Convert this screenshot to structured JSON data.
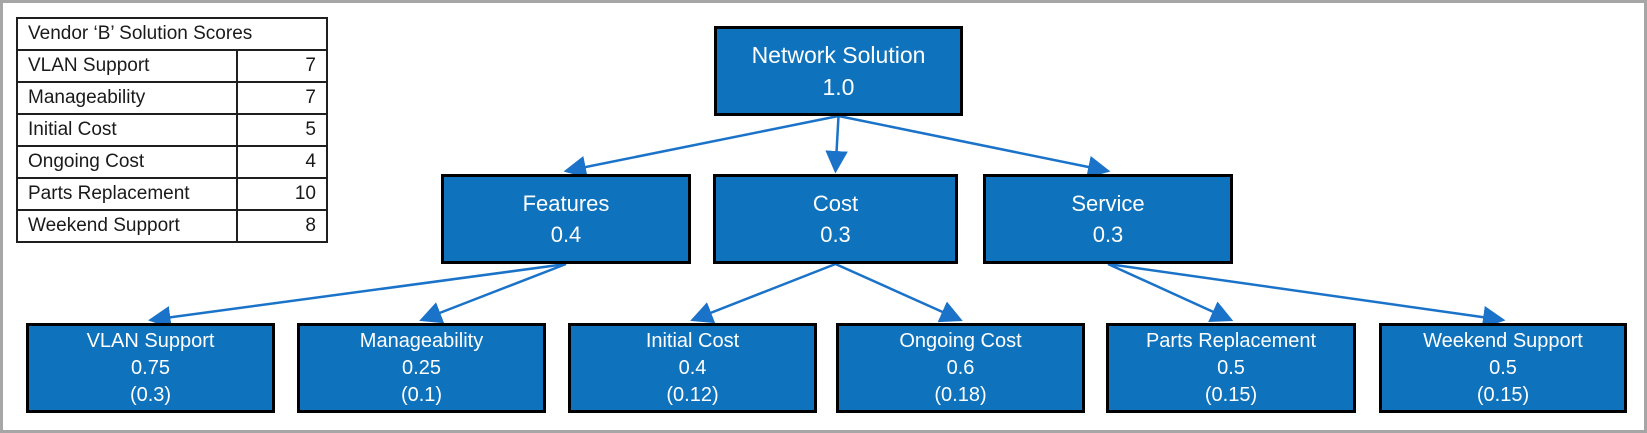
{
  "colors": {
    "node_fill": "#0E72BC",
    "node_border": "#000000",
    "arrow": "#1A73C8",
    "frame_border": "#A6A6A6",
    "table_border": "#1F1F1F",
    "table_text": "#1A1A1A"
  },
  "score_table": {
    "title": "Vendor ‘B’ Solution Scores",
    "rows": [
      {
        "label": "VLAN Support",
        "score": "7"
      },
      {
        "label": "Manageability",
        "score": "7"
      },
      {
        "label": "Initial Cost",
        "score": "5"
      },
      {
        "label": "Ongoing Cost",
        "score": "4"
      },
      {
        "label": "Parts Replacement",
        "score": "10"
      },
      {
        "label": "Weekend Support",
        "score": "8"
      }
    ]
  },
  "tree": {
    "nodes": {
      "network_solution": {
        "label": "Network Solution",
        "weight": "1.0"
      },
      "features": {
        "label": "Features",
        "weight": "0.4"
      },
      "cost": {
        "label": "Cost",
        "weight": "0.3"
      },
      "service": {
        "label": "Service",
        "weight": "0.3"
      },
      "vlan_support": {
        "label": "VLAN Support",
        "weight": "0.75",
        "contribution": "(0.3)"
      },
      "manageability": {
        "label": "Manageability",
        "weight": "0.25",
        "contribution": "(0.1)"
      },
      "initial_cost": {
        "label": "Initial Cost",
        "weight": "0.4",
        "contribution": "(0.12)"
      },
      "ongoing_cost": {
        "label": "Ongoing Cost",
        "weight": "0.6",
        "contribution": "(0.18)"
      },
      "parts_replacement": {
        "label": "Parts Replacement",
        "weight": "0.5",
        "contribution": "(0.15)"
      },
      "weekend_support": {
        "label": "Weekend Support",
        "weight": "0.5",
        "contribution": "(0.15)"
      }
    },
    "edges": [
      [
        "network_solution",
        "features"
      ],
      [
        "network_solution",
        "cost"
      ],
      [
        "network_solution",
        "service"
      ],
      [
        "features",
        "vlan_support"
      ],
      [
        "features",
        "manageability"
      ],
      [
        "cost",
        "initial_cost"
      ],
      [
        "cost",
        "ongoing_cost"
      ],
      [
        "service",
        "parts_replacement"
      ],
      [
        "service",
        "weekend_support"
      ]
    ]
  }
}
